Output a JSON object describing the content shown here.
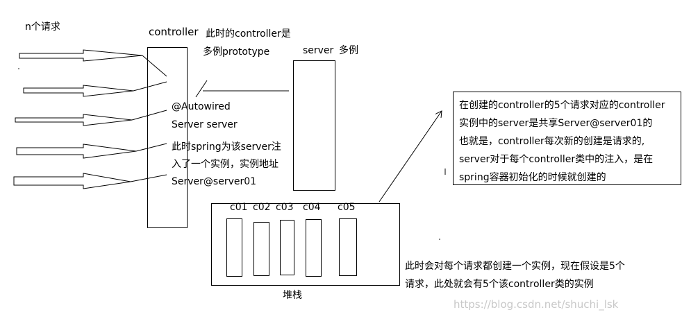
{
  "labels": {
    "n_requests": "n个请求",
    "controller": "controller",
    "controller_note_line1": "此时的controller是",
    "controller_note_line2": "多例prototype",
    "server": "server",
    "server_multi": "多例",
    "autowired": "@Autowired",
    "server_field": "Server server",
    "inject_line1": "此时spring为该server注",
    "inject_line2": "入了一个实例，实例地址",
    "inject_line3": "Server@server01",
    "heap": "堆栈",
    "instances_note_line1": "此时会对每个请求都创建一个实例，现在假设是5个",
    "instances_note_line2": "请求，此处就会有5个该controller类的实例"
  },
  "instances": [
    "c01",
    "c02",
    "c03",
    "c04",
    "c05"
  ],
  "note_box": {
    "lines": [
      "在创建的controller的5个请求对应的controller",
      "实例中的server是共享Server@server01的",
      "也就是，controller每次新的创建是请求的,",
      "server对于每个controller类中的注入，是在",
      "spring容器初始化的时候就创建的"
    ]
  },
  "watermark": "https://blog.csdn.net/shuchi_lsk"
}
